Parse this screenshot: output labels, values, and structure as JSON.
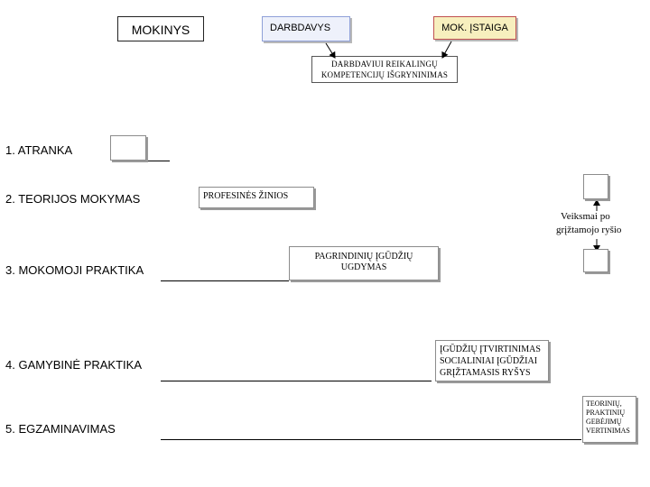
{
  "top": {
    "student": "MOKINYS",
    "employer": "DARBDAVYS",
    "institution": "MOK. ĮSTAIGA",
    "competences": [
      "DARBDAVIUI REIKALINGŲ",
      "KOMPETENCIJŲ IŠGRYNINIMAS"
    ]
  },
  "stages": [
    {
      "label": "1. ATRANKA"
    },
    {
      "label": "2. TEORIJOS MOKYMAS"
    },
    {
      "label": "3. MOKOMOJI PRAKTIKA"
    },
    {
      "label": "4. GAMYBINĖ PRAKTIKA"
    },
    {
      "label": "5. EGZAMINAVIMAS"
    }
  ],
  "boxes": {
    "professional_knowledge": "PROFESINĖS ŽINIOS",
    "basic_skills": [
      "PAGRINDINIŲ ĮGŪDŽIŲ",
      "UGDYMAS"
    ],
    "skills_consolidation": [
      "ĮGŪDŽIŲ ĮTVIRTINIMAS",
      "SOCIALINIAI ĮGŪDŽIAI",
      "GRĮŽTAMASIS RYŠYS"
    ],
    "evaluation": [
      "TEORINIŲ,",
      "PRAKTINIŲ",
      "GEBĖJIMŲ",
      "VERTINIMAS"
    ]
  },
  "feedback_note": [
    "Veiksmai po",
    "grįžtamojo ryšio"
  ],
  "colors": {
    "employer_fill": "#eef1fb",
    "employer_border": "#8fa0d8",
    "institution_fill": "#f7efbe",
    "institution_border": "#c05050",
    "arrow": "#000000"
  }
}
